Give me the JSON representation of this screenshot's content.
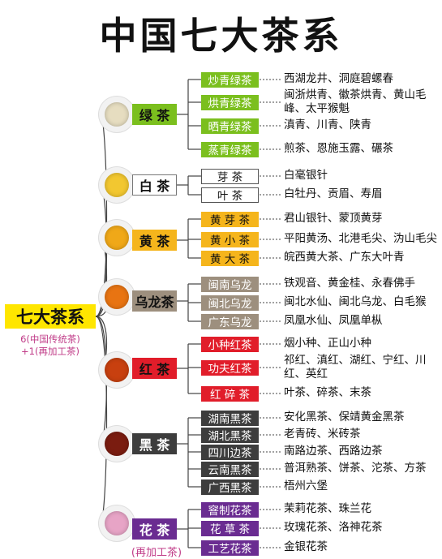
{
  "title": "中国七大茶系",
  "root": {
    "label": "七大茶系",
    "note_line1": "6(中国传统茶)",
    "note_line2": "+1(再加工茶)"
  },
  "colors": {
    "green": "#7bbf1e",
    "yellow": "#f5b51c",
    "oolong": "#9d8f7e",
    "red": "#e11d2a",
    "dark": "#3d3d3d",
    "flower": "#6a2c91",
    "root": "#ffe600",
    "note": "#c03c88"
  },
  "categories": [
    {
      "id": "green",
      "label": "绿 茶",
      "tea_color": "#e6ddc0",
      "subs": [
        {
          "label": "炒青绿茶",
          "desc": "西湖龙井、洞庭碧螺春"
        },
        {
          "label": "烘青绿茶",
          "desc": "闽浙烘青、徽茶烘青、黄山毛峰、太平猴魁"
        },
        {
          "label": "晒青绿茶",
          "desc": "滇青、川青、陕青"
        },
        {
          "label": "蒸青绿茶",
          "desc": "煎茶、恩施玉露、碾茶"
        }
      ]
    },
    {
      "id": "white",
      "label": "白 茶",
      "tea_color": "#f2c730",
      "subs": [
        {
          "label": "芽 茶",
          "desc": "白毫银针"
        },
        {
          "label": "叶 茶",
          "desc": "白牡丹、贡眉、寿眉"
        }
      ]
    },
    {
      "id": "yellow",
      "label": "黄 茶",
      "tea_color": "#f0a818",
      "subs": [
        {
          "label": "黄 芽 茶",
          "desc": "君山银针、蒙顶黄芽"
        },
        {
          "label": "黄 小 茶",
          "desc": "平阳黄汤、北港毛尖、沩山毛尖"
        },
        {
          "label": "黄 大 茶",
          "desc": "皖西黄大茶、广东大叶青"
        }
      ]
    },
    {
      "id": "oolong",
      "label": "乌龙茶",
      "tea_color": "#e87412",
      "subs": [
        {
          "label": "闽南乌龙",
          "desc": "铁观音、黄金桂、永春佛手"
        },
        {
          "label": "闽北乌龙",
          "desc": "闽北水仙、闽北乌龙、白毛猴"
        },
        {
          "label": "广东乌龙",
          "desc": "凤凰水仙、凤凰单枞"
        }
      ]
    },
    {
      "id": "red",
      "label": "红 茶",
      "tea_color": "#c8400f",
      "subs": [
        {
          "label": "小种红茶",
          "desc": "烟小种、正山小种"
        },
        {
          "label": "功夫红茶",
          "desc": "祁红、滇红、湖红、宁红、川红、英红"
        },
        {
          "label": "红 碎 茶",
          "desc": "叶茶、碎茶、末茶"
        }
      ]
    },
    {
      "id": "dark",
      "label": "黑 茶",
      "tea_color": "#7a1c10",
      "subs": [
        {
          "label": "湖南黑茶",
          "desc": "安化黑茶、保靖黄金黑茶"
        },
        {
          "label": "湖北黑茶",
          "desc": "老青砖、米砖茶"
        },
        {
          "label": "四川边茶",
          "desc": "南路边茶、西路边茶"
        },
        {
          "label": "云南黑茶",
          "desc": "普洱熟茶、饼茶、沱茶、方茶"
        },
        {
          "label": "广西黑茶",
          "desc": "梧州六堡"
        }
      ]
    },
    {
      "id": "flower",
      "label": "花 茶",
      "note": "(再加工茶)",
      "tea_color": "#e7a4c6",
      "subs": [
        {
          "label": "窨制花茶",
          "desc": "茉莉花茶、珠兰花"
        },
        {
          "label": "花 草 茶",
          "desc": "玫瑰花茶、洛神花茶"
        },
        {
          "label": "工艺花茶",
          "desc": "金银花茶"
        }
      ]
    }
  ]
}
